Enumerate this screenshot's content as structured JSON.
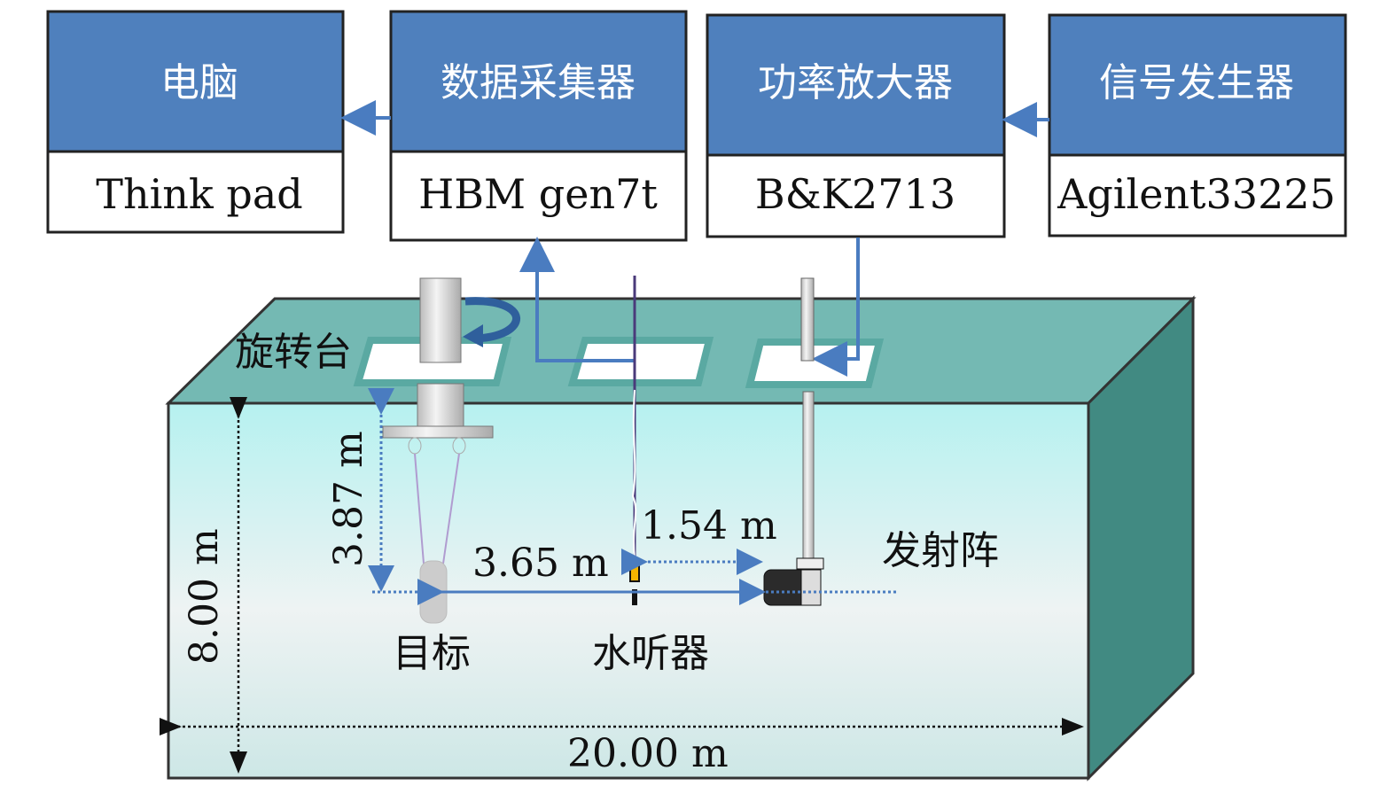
{
  "devices": [
    {
      "name": "电脑",
      "model": "Think pad"
    },
    {
      "name": "数据采集器",
      "model": "HBM gen7t"
    },
    {
      "name": "功率放大器",
      "model": "B&K2713"
    },
    {
      "name": "信号发生器",
      "model": "Agilent33225"
    }
  ],
  "labels": {
    "turntable": "旋转台",
    "target": "目标",
    "hydrophone": "水听器",
    "transmitter": "发射阵"
  },
  "dimensions": {
    "depth": "8.00 m",
    "length": "20.00 m",
    "target_depth": "3.87 m",
    "target_distance": "3.65 m",
    "hydro_distance": "1.54 m"
  },
  "colors": {
    "header": "#4f80bd",
    "tank_top": "#74b9b3",
    "tank_side": "#418a82",
    "wire": "#4a7cc0"
  }
}
